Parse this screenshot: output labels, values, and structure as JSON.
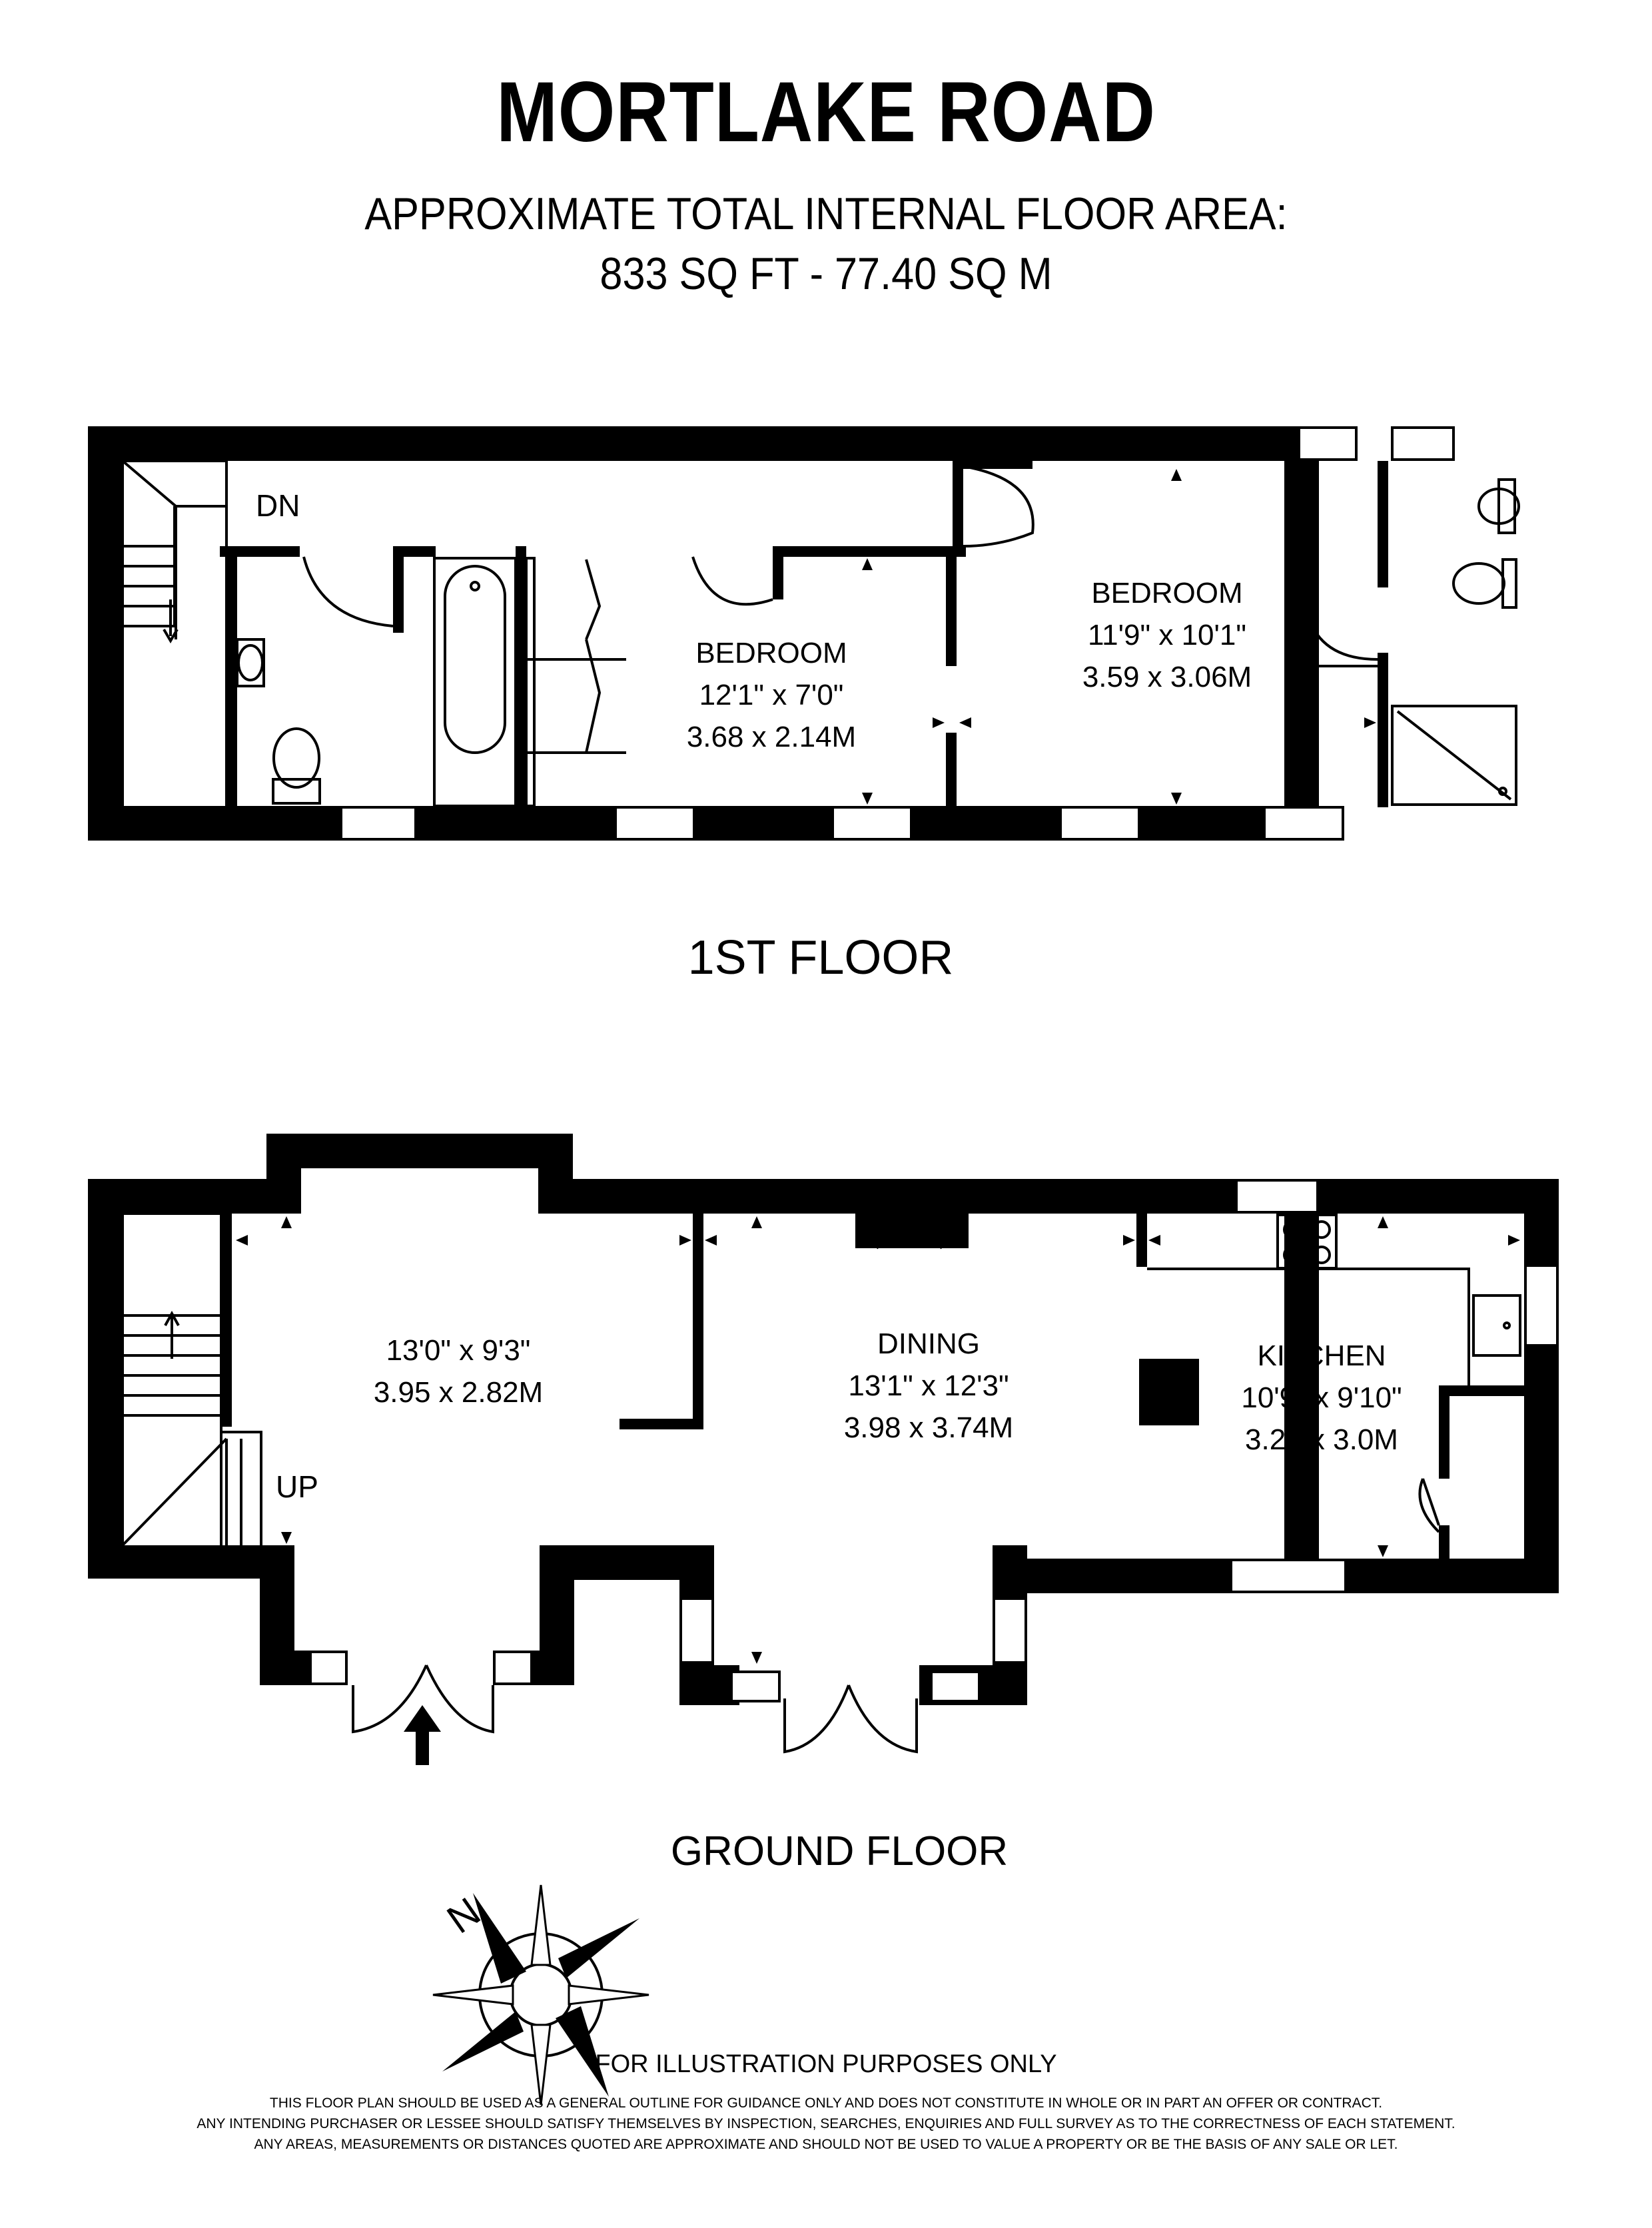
{
  "header": {
    "title": "MORTLAKE ROAD",
    "area_line1": "APPROXIMATE TOTAL INTERNAL FLOOR AREA:",
    "area_line2": "833 SQ FT - 77.40 SQ M"
  },
  "first_floor": {
    "label": "1ST FLOOR",
    "stairs_label": "DN",
    "bedroom_small": {
      "name": "BEDROOM",
      "imperial": "12'1\" x 7'0\"",
      "metric": "3.68 x 2.14M"
    },
    "bedroom_large": {
      "name": "BEDROOM",
      "imperial": "11'9\" x 10'1\"",
      "metric": "3.59 x 3.06M"
    }
  },
  "ground_floor": {
    "label": "GROUND FLOOR",
    "stairs_label": "UP",
    "reception": {
      "imperial": "13'0\" x 9'3\"",
      "metric": "3.95 x 2.82M"
    },
    "dining": {
      "name": "DINING",
      "imperial": "13'1\" x 12'3\"",
      "metric": "3.98 x 3.74M"
    },
    "kitchen": {
      "name": "KITCHEN",
      "imperial": "10'9\" x 9'10\"",
      "metric": "3.28 x 3.0M"
    }
  },
  "compass": {
    "north_label": "N"
  },
  "footer": {
    "illustration": "FOR ILLUSTRATION PURPOSES ONLY",
    "disclaimer_1": "THIS FLOOR PLAN SHOULD BE USED AS A GENERAL OUTLINE FOR GUIDANCE ONLY AND DOES NOT CONSTITUTE IN WHOLE OR IN PART AN OFFER OR CONTRACT.",
    "disclaimer_2": "ANY INTENDING PURCHASER OR LESSEE SHOULD SATISFY THEMSELVES BY INSPECTION, SEARCHES, ENQUIRIES AND FULL SURVEY AS TO THE CORRECTNESS OF EACH STATEMENT.",
    "disclaimer_3": "ANY AREAS, MEASUREMENTS OR DISTANCES QUOTED ARE APPROXIMATE AND SHOULD NOT BE USED TO VALUE A PROPERTY OR BE THE BASIS OF ANY SALE OR LET."
  }
}
